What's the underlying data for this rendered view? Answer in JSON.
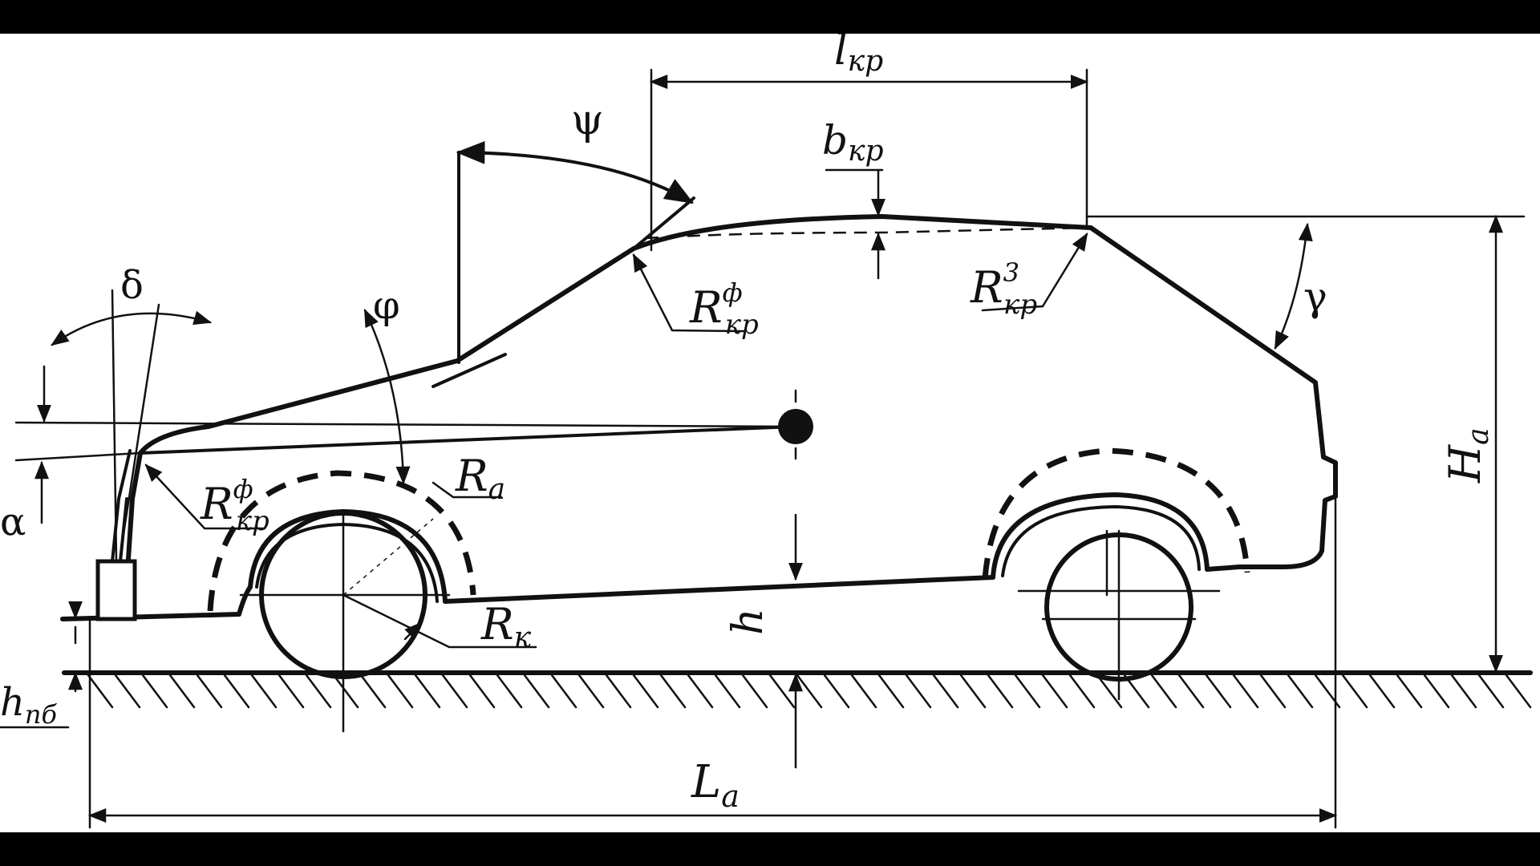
{
  "labels": {
    "l_kr_base": "l",
    "l_kr_sub": "кр",
    "b_kr_base": "b",
    "b_kr_sub": "кр",
    "psi": "ψ",
    "delta": "δ",
    "phi": "φ",
    "gamma": "γ",
    "alpha": "α",
    "R_kr_f_top_base": "R",
    "R_kr_f_top_sup": "ф",
    "R_kr_f_top_sub": "кр",
    "R_kr_3_base": "R",
    "R_kr_3_sup": "3",
    "R_kr_3_sub": "кр",
    "R_kr_f_front_base": "R",
    "R_kr_f_front_sup": "ф",
    "R_kr_f_front_sub": "кр",
    "R_a_base": "R",
    "R_a_sub": "a",
    "R_k_base": "R",
    "R_k_sub": "к",
    "h": "h",
    "H_a_base": "H",
    "H_a_sub": "a",
    "L_a_base": "L",
    "L_a_sub": "a",
    "h_pb_base": "h",
    "h_pb_sub": "пб"
  }
}
